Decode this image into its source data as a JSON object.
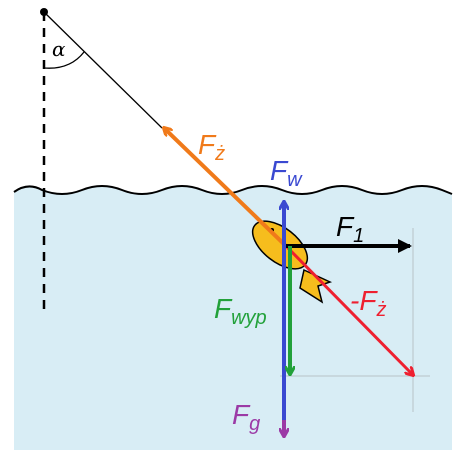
{
  "diagram": {
    "angle_label": "α",
    "forces": {
      "tension": {
        "base": "F",
        "sub": "ż",
        "color": "#f07a1a"
      },
      "buoyancy": {
        "base": "F",
        "sub": "w",
        "color": "#3a49d1"
      },
      "push": {
        "base": "F",
        "sub": "1",
        "color": "#000000"
      },
      "reaction": {
        "base": "-F",
        "sub": "ż",
        "color": "#ee2030"
      },
      "resultant_up": {
        "base": "F",
        "sub": "wyp",
        "color": "#22a13a"
      },
      "gravity": {
        "base": "F",
        "sub": "g",
        "color": "#9b3aa6"
      }
    },
    "colors": {
      "water": "#d8edf5",
      "fish": "#f6bd1d",
      "string": "#000000"
    }
  }
}
